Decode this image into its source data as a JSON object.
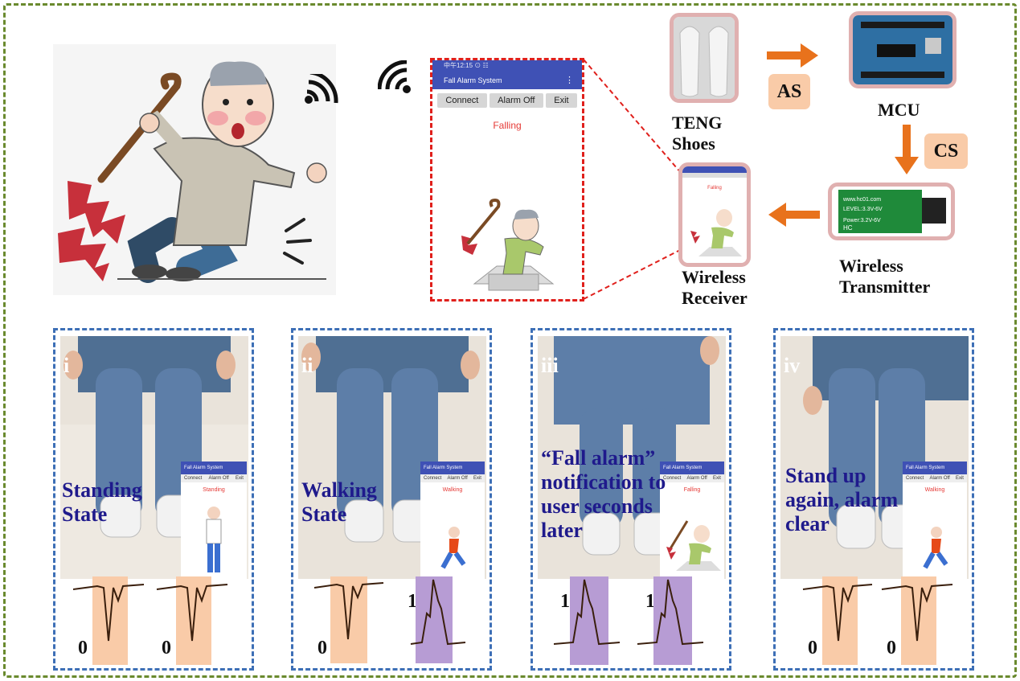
{
  "phone": {
    "status_bar": "中午12:15 ⊙ ☷",
    "app_title": "Fall Alarm System",
    "buttons": [
      "Connect",
      "Alarm Off",
      "Exit"
    ],
    "status": "Falling"
  },
  "flow": {
    "teng_label": "TENG\nShoes",
    "mcu_label": "MCU",
    "transmitter_label": "Wireless\nTransmitter",
    "receiver_label": "Wireless\nReceiver",
    "as_tag": "AS",
    "cs_tag": "CS",
    "receiver_screen_status": "Falling"
  },
  "panels": [
    {
      "numeral": "i",
      "state_text": "Standing\nState",
      "screen_status": "Standing",
      "left_digit": "0",
      "right_digit": "0"
    },
    {
      "numeral": "ii",
      "state_text": "Walking\nState",
      "screen_status": "Walking",
      "left_digit": "0",
      "right_digit": "1"
    },
    {
      "numeral": "iii",
      "state_text": "“Fall alarm”\nnotification to\nuser seconds\nlater",
      "screen_status": "Falling",
      "left_digit": "1",
      "right_digit": "1"
    },
    {
      "numeral": "iv",
      "state_text": "Stand up\nagain, alarm\nclear",
      "screen_status": "Walking",
      "left_digit": "0",
      "right_digit": "0"
    }
  ],
  "mini_phone": {
    "app_title": "Fall Alarm System",
    "buttons": [
      "Connect",
      "Alarm Off",
      "Exit"
    ]
  },
  "colors": {
    "outer_border": "#6a8a2e",
    "panel_border": "#3d6fb6",
    "zoom_border": "#e0201c",
    "state_text": "#1f1a8c",
    "arrow": "#e8721c",
    "tag_fill": "#f9cba8",
    "signal_low_highlight": "#f9cba8",
    "signal_high_highlight": "#b79cd4"
  }
}
